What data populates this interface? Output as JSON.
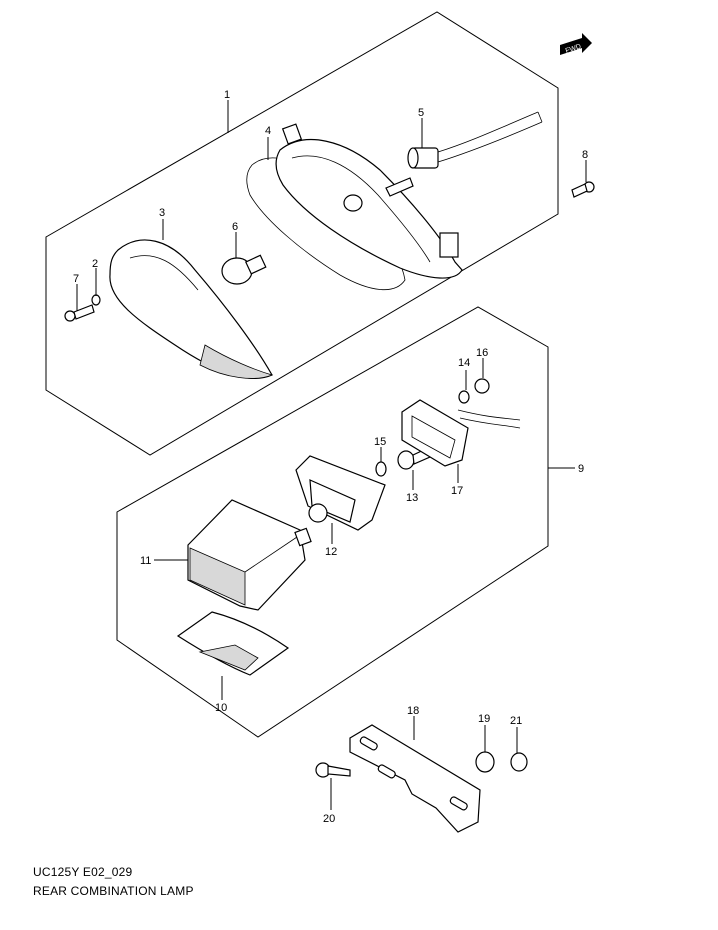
{
  "diagram_code": "UC125Y E02_029",
  "diagram_title": "REAR COMBINATION LAMP",
  "fwd_label": "FWD",
  "callouts": [
    "1",
    "2",
    "3",
    "4",
    "5",
    "6",
    "7",
    "8",
    "9",
    "10",
    "11",
    "12",
    "13",
    "14",
    "15",
    "16",
    "17",
    "18",
    "19",
    "20",
    "21"
  ]
}
